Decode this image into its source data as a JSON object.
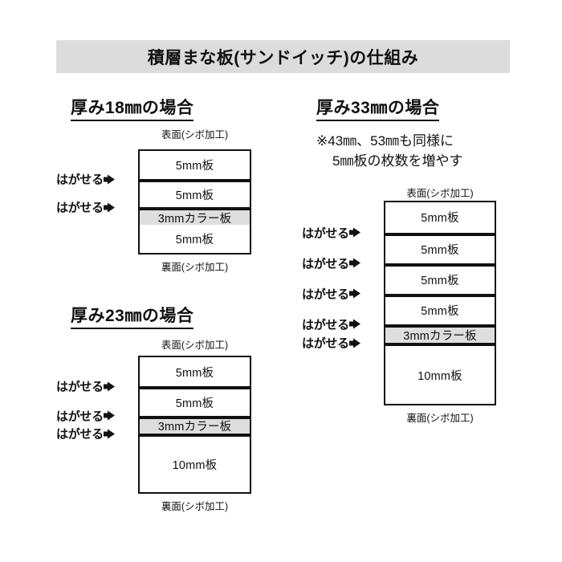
{
  "title": "積層まな板(サンドイッチ)の仕組み",
  "labels": {
    "front_face": "表面(シボ加工)",
    "back_face": "裏面(シボ加工)",
    "peelable": "はがせる"
  },
  "sections": [
    {
      "id": "thickness-18",
      "heading": "厚み18㎜の場合",
      "note_line1": "",
      "note_line2": "",
      "layers": [
        {
          "label": "5mm板",
          "type": "plain",
          "separator": false
        },
        {
          "label": "5mm板",
          "type": "plain",
          "separator": true
        },
        {
          "label": "3mmカラー板",
          "type": "color",
          "separator": true
        },
        {
          "label": "5mm板",
          "type": "plain",
          "separator": false
        }
      ]
    },
    {
      "id": "thickness-23",
      "heading": "厚み23㎜の場合",
      "note_line1": "",
      "note_line2": "",
      "layers": [
        {
          "label": "5mm板",
          "type": "plain",
          "separator": false
        },
        {
          "label": "5mm板",
          "type": "plain",
          "separator": true
        },
        {
          "label": "3mmカラー板",
          "type": "color",
          "separator": true
        },
        {
          "label": "10mm板",
          "type": "plain",
          "separator": true
        }
      ]
    },
    {
      "id": "thickness-33",
      "heading": "厚み33㎜の場合",
      "note_line1": "※43㎜、53㎜も同様に",
      "note_line2": "5㎜板の枚数を増やす",
      "layers": [
        {
          "label": "5mm板",
          "type": "plain",
          "separator": false
        },
        {
          "label": "5mm板",
          "type": "plain",
          "separator": true
        },
        {
          "label": "5mm板",
          "type": "plain",
          "separator": true
        },
        {
          "label": "5mm板",
          "type": "plain",
          "separator": true
        },
        {
          "label": "3mmカラー板",
          "type": "color",
          "separator": true
        },
        {
          "label": "10mm板",
          "type": "plain",
          "separator": true
        }
      ]
    }
  ],
  "colors": {
    "title_band": "#dcdcdc",
    "color_layer": "#dedede",
    "ink": "#111111",
    "page": "#ffffff"
  }
}
